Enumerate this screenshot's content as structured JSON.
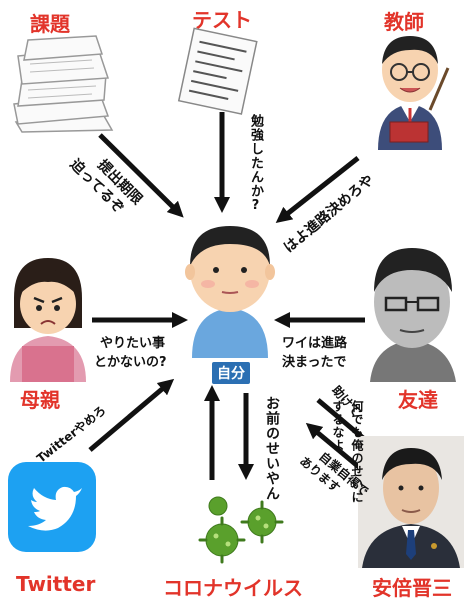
{
  "nodes": {
    "kadai": "課題",
    "test": "テスト",
    "kyoshi": "教師",
    "hahaoya": "母親",
    "tomodachi": "友達",
    "jibun": "自分",
    "twitter": "Twitter",
    "corona": "コロナウイルス",
    "abe": "安倍晋三"
  },
  "messages": {
    "kadai_line1": "提出期限",
    "kadai_line2": "迫ってるぞ",
    "test_msg": "勉強したんか?",
    "kyoshi_msg": "はよ進路決めろや",
    "hahaoya_line1": "やりたい事",
    "hahaoya_line2": "とかないの?",
    "tomodachi_line1": "ワイは進路",
    "tomodachi_line2": "決まったで",
    "twitter_msg": "Twitterやめろ",
    "jibun_to_corona_line1": "何でも俺のせいに",
    "jibun_to_corona_line2": "するなよ",
    "corona_to_jibun": "お前のせいやん",
    "jibun_to_abe": "助けて",
    "abe_line1": "自業自得で",
    "abe_line2": "あります"
  },
  "colors": {
    "label_red": "#e2342a",
    "center_blue": "#2b6fb3",
    "arrow": "#111111",
    "twitter_blue": "#1da1f2",
    "virus_green": "#5aa02c"
  }
}
